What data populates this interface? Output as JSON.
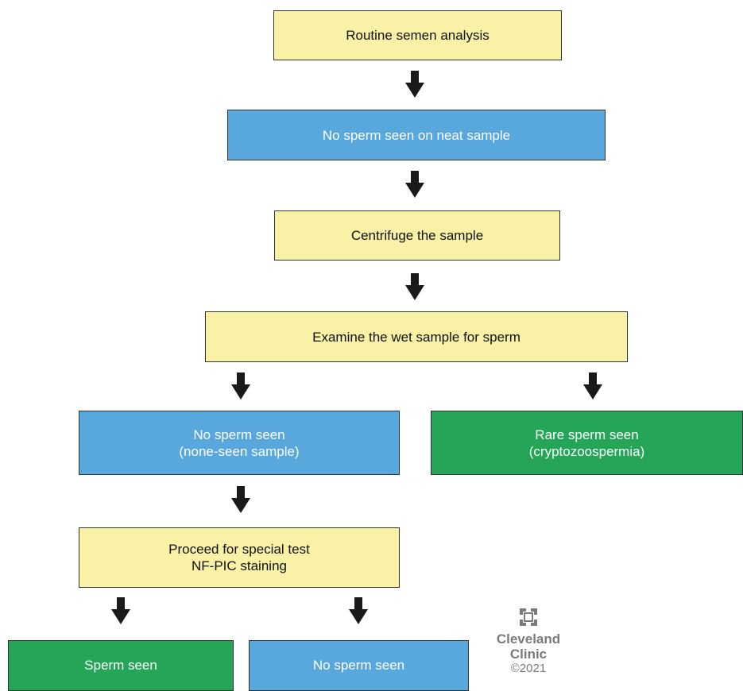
{
  "flowchart": {
    "step1": "Routine semen analysis",
    "step2": "No sperm seen on neat sample",
    "step3": "Centrifuge the sample",
    "step4": "Examine the wet sample for sperm",
    "branch_left": {
      "line1": "No sperm seen",
      "line2": "(none-seen sample)"
    },
    "branch_right": {
      "line1": "Rare sperm seen",
      "line2": "(cryptozoospermia)"
    },
    "special_test": {
      "line1": "Proceed for special test",
      "line2": "NF-PIC staining"
    },
    "result_left": "Sperm seen",
    "result_right": "No sperm seen"
  },
  "branding": {
    "icon": "cleveland-clinic-logo-icon",
    "name_line1": "Cleveland",
    "name_line2": "Clinic",
    "copyright": "©2021"
  },
  "colors": {
    "yellow_box": "#f9f1a5",
    "blue_box": "#58a7dd",
    "green_box": "#24a557",
    "arrow": "#1a1a1a"
  }
}
